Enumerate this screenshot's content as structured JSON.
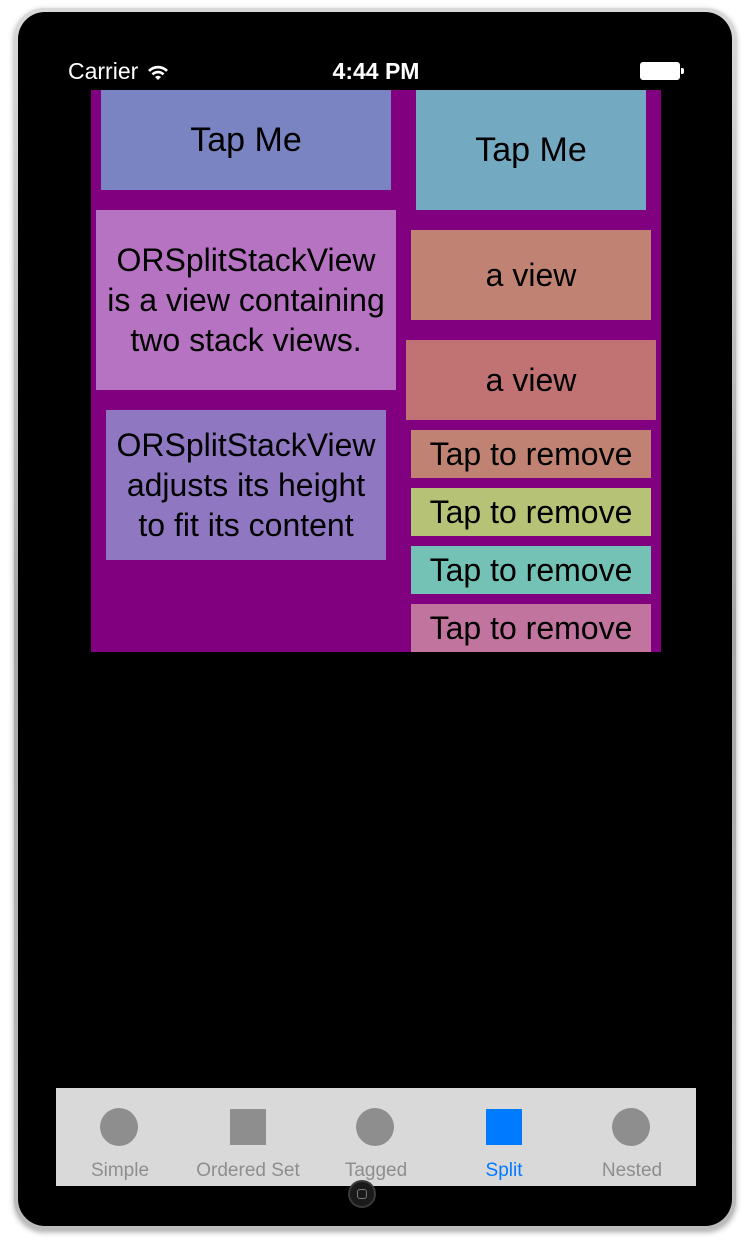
{
  "status_bar": {
    "carrier": "Carrier",
    "time": "4:44 PM",
    "wifi_icon": "wifi-icon",
    "battery_icon": "battery-icon"
  },
  "left_stack": {
    "button_label": "Tap Me",
    "paragraph_1": "ORSplitStackView is a view containing two stack views.",
    "paragraph_2": "ORSplitStackView adjusts its height to fit its content"
  },
  "right_stack": {
    "button_label": "Tap Me",
    "view_1_label": "a view",
    "view_2_label": "a view",
    "remove_items": [
      {
        "label": "Tap to remove",
        "color": "#c08373"
      },
      {
        "label": "Tap to remove",
        "color": "#b6c377"
      },
      {
        "label": "Tap to remove",
        "color": "#74c2b6"
      },
      {
        "label": "Tap to remove",
        "color": "#c1749d"
      }
    ]
  },
  "colors": {
    "container_bg": "#800080",
    "left_button": "#7b84c3",
    "left_para_1": "#b673c2",
    "left_para_2": "#8f77c1",
    "right_button": "#74a9c2",
    "right_view_1": "#c08373",
    "right_view_2": "#c17373",
    "tab_active": "#007aff",
    "tab_inactive": "#8e8e8e"
  },
  "tab_bar": {
    "tabs": [
      {
        "label": "Simple",
        "icon": "circle-icon",
        "active": false
      },
      {
        "label": "Ordered Set",
        "icon": "square-icon",
        "active": false
      },
      {
        "label": "Tagged",
        "icon": "circle-icon",
        "active": false
      },
      {
        "label": "Split",
        "icon": "square-icon",
        "active": true
      },
      {
        "label": "Nested",
        "icon": "circle-icon",
        "active": false
      }
    ]
  }
}
